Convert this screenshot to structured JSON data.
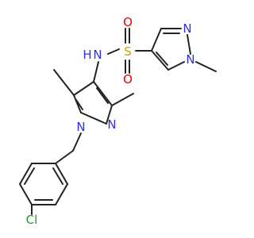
{
  "molecule": {
    "atoms": {
      "nh": "N",
      "h": "H",
      "sulfur": "S",
      "o_top": "O",
      "o_bottom": "O",
      "n_pyr_top": "N",
      "n_pyr_methyl": "N",
      "n1_core": "N",
      "n2_core": "N",
      "chlorine": "Cl"
    },
    "colors": {
      "bond": "#232323",
      "nitrogen": "#3030e0",
      "oxygen": "#e00000",
      "sulfur": "#c8a000",
      "chlorine": "#1fa01f"
    }
  }
}
